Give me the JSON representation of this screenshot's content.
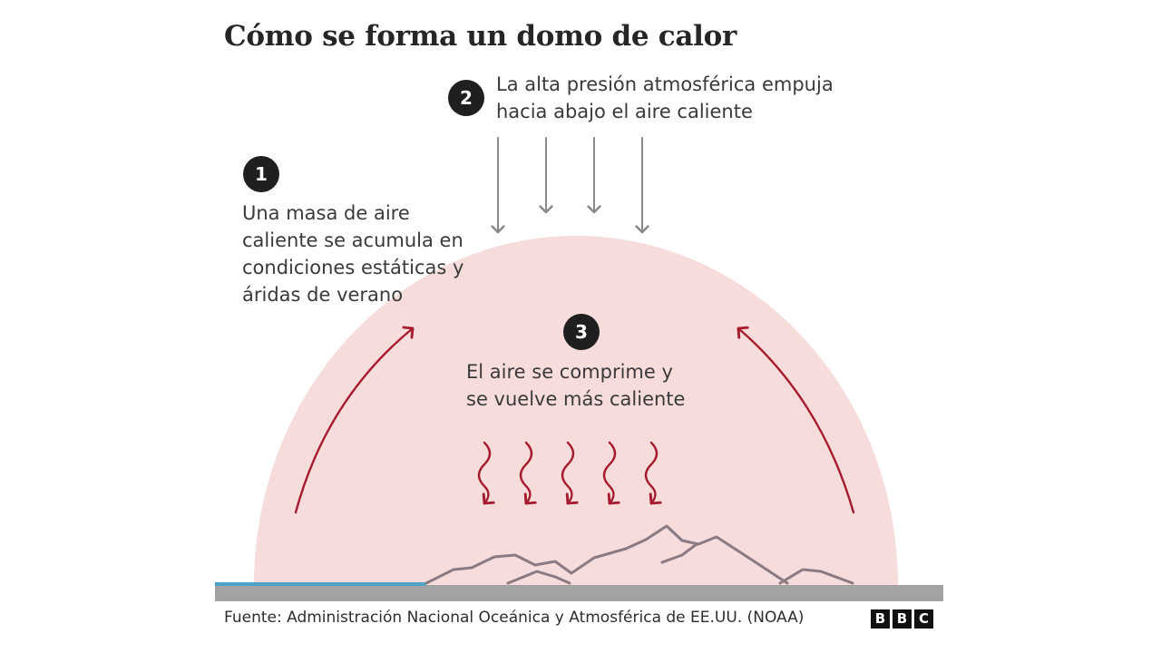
{
  "title": "Cómo se forma un domo de calor",
  "steps": [
    {
      "number": "1",
      "lines": [
        "Una masa de aire",
        "caliente se acumula en",
        "condiciones estáticas y",
        "áridas de verano"
      ]
    },
    {
      "number": "2",
      "lines": [
        "La alta presión atmosférica empuja",
        "hacia abajo el aire caliente"
      ]
    },
    {
      "number": "3",
      "lines": [
        "El aire se comprime y",
        "se vuelve más caliente"
      ]
    }
  ],
  "source": "Fuente: Administración Nacional Oceánica y Atmosférica de EE.UU. (NOAA)",
  "logo": [
    "B",
    "B",
    "C"
  ],
  "colors": {
    "dome": "#f7dcdc",
    "rising_arrow": "#a61c2e",
    "pressure_arrow": "#8a8a8a",
    "ground": "#a3a3a3",
    "water": "#4fa3c7",
    "mountains": "#8a7a82",
    "badge": "#1f1f1f"
  },
  "icons": [
    "down-arrow-icon",
    "curved-up-arrow-icon",
    "wavy-down-arrow-icon",
    "mountain-icon"
  ]
}
